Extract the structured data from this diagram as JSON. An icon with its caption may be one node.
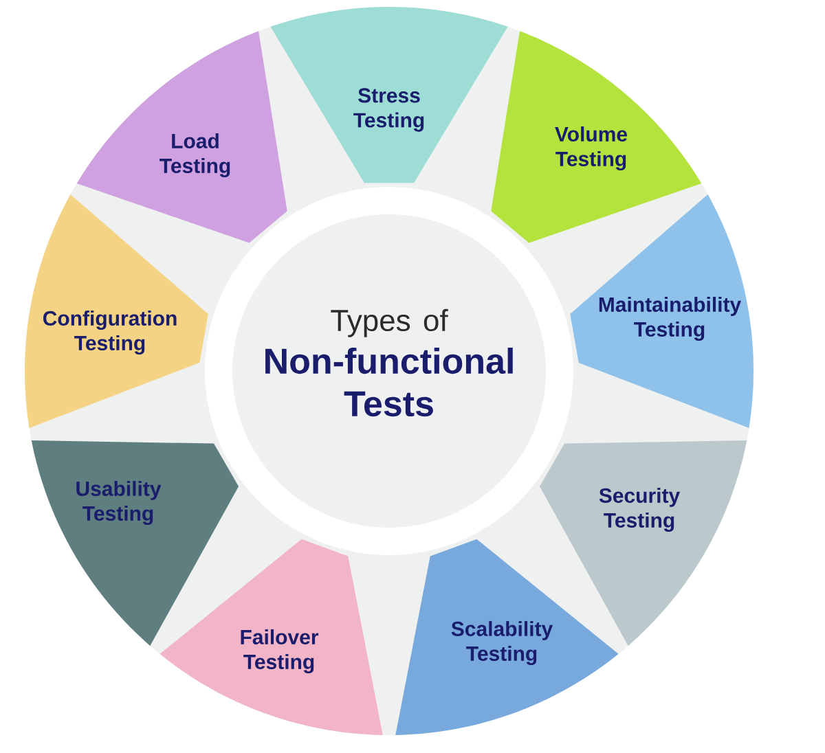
{
  "diagram": {
    "nodes": [
      {
        "text": [
          "Types of",
          "Non-functional Tests"
        ]
      },
      {
        "text": [
          "Stress Testing"
        ]
      },
      {
        "text": [
          "Volume Testing"
        ]
      },
      {
        "text": [
          "Maintainability Testing"
        ]
      },
      {
        "text": [
          "Security Testing"
        ]
      },
      {
        "text": [
          "Scalability Testing"
        ]
      },
      {
        "text": [
          "Failover Testing"
        ]
      },
      {
        "text": [
          "Usability Testing"
        ]
      },
      {
        "text": [
          "Configuration Testing"
        ]
      },
      {
        "text": [
          "Load Testing"
        ]
      }
    ]
  }
}
